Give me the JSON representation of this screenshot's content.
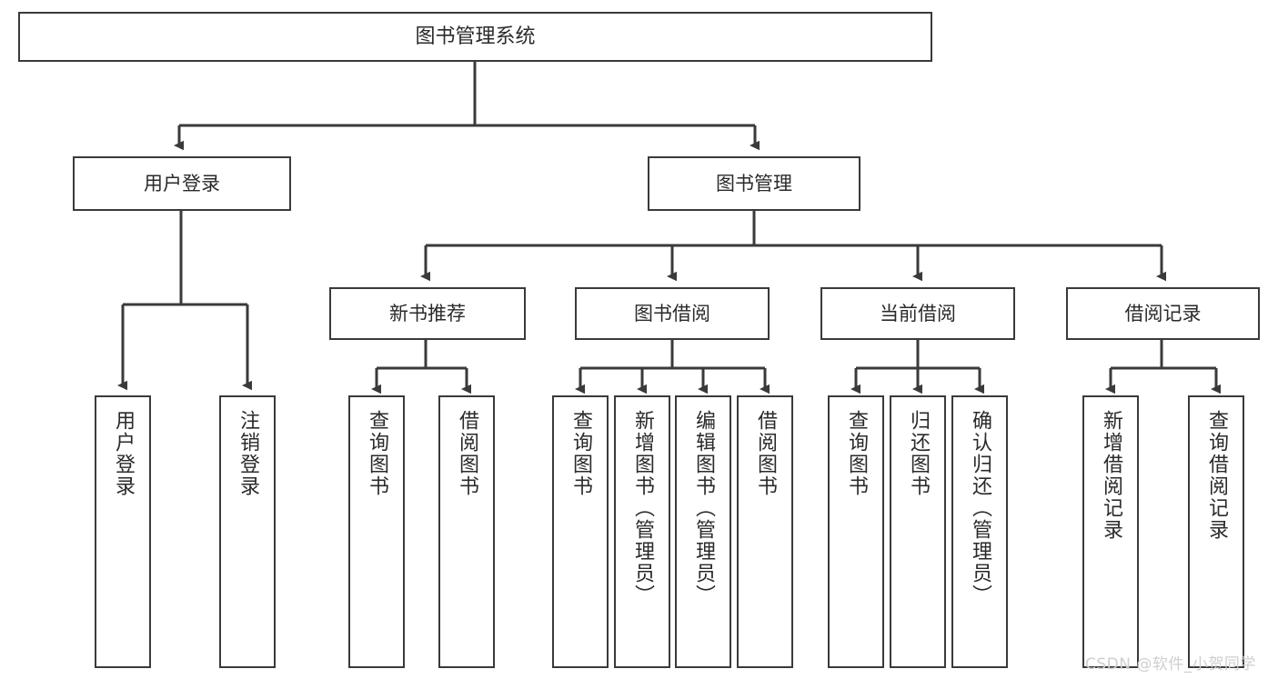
{
  "diagram": {
    "title": "图书管理系统",
    "type": "tree-hierarchy-diagram",
    "colors": {
      "box_border": "#3a3a3a",
      "box_fill": "#ffffff",
      "connector": "#3a3a3a",
      "text": "#2a2a2a",
      "watermark": "#cfcfcf",
      "background": "#ffffff"
    },
    "root": {
      "label": "图书管理系统"
    },
    "level2": [
      {
        "label": "用户登录"
      },
      {
        "label": "图书管理"
      }
    ],
    "level3": [
      {
        "label": "新书推荐"
      },
      {
        "label": "图书借阅"
      },
      {
        "label": "当前借阅"
      },
      {
        "label": "借阅记录"
      }
    ],
    "leaves_user_login": [
      {
        "label": "用户登录"
      },
      {
        "label": "注销登录"
      }
    ],
    "leaves_new_book": [
      {
        "label": "查询图书"
      },
      {
        "label": "借阅图书"
      }
    ],
    "leaves_book_borrow": [
      {
        "label": "查询图书"
      },
      {
        "label": "新增图书（管理员）"
      },
      {
        "label": "编辑图书（管理员）"
      },
      {
        "label": "借阅图书"
      }
    ],
    "leaves_current_borrow": [
      {
        "label": "查询图书"
      },
      {
        "label": "归还图书"
      },
      {
        "label": "确认归还（管理员）"
      }
    ],
    "leaves_borrow_record": [
      {
        "label": "新增借阅记录"
      },
      {
        "label": "查询借阅记录"
      }
    ]
  },
  "watermark": {
    "text": "CSDN @软件_小贺同学"
  }
}
